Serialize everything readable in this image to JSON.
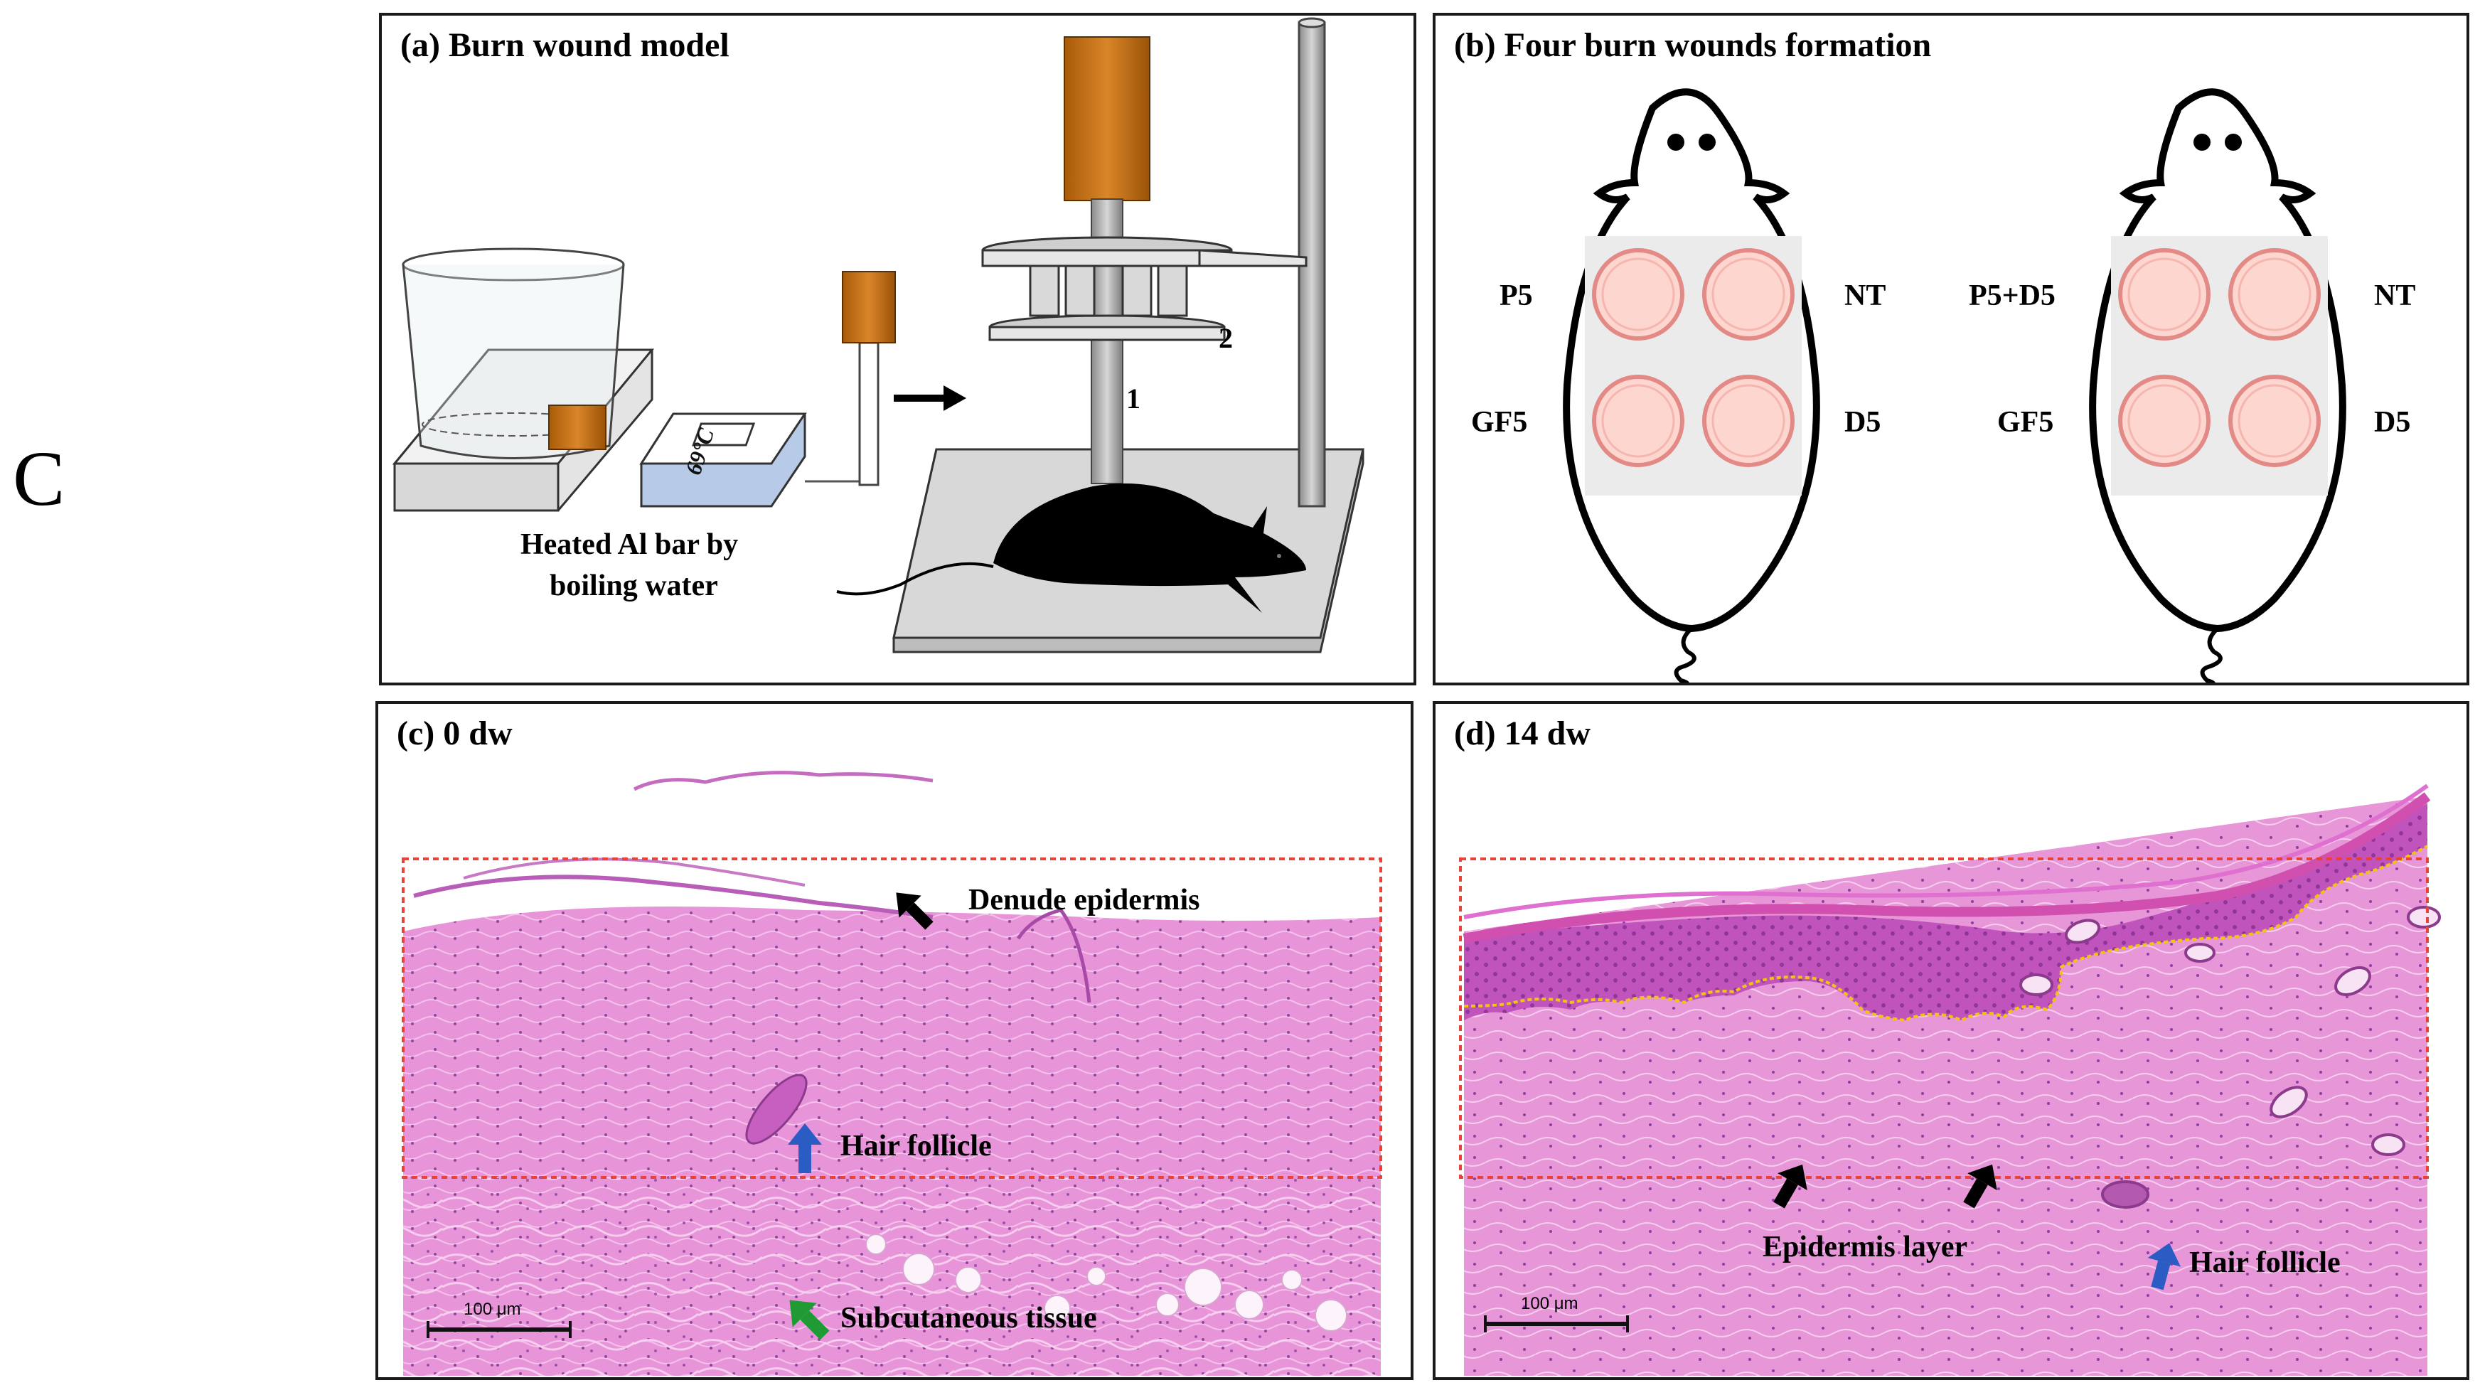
{
  "figure_letter": "C",
  "panels": {
    "a": {
      "title": "(a) Burn wound model",
      "temp_display": "69°C",
      "caption_line1": "Heated Al bar by",
      "caption_line2": "boiling water",
      "part1": "1",
      "part2": "2"
    },
    "b": {
      "title": "(b) Four burn wounds formation",
      "mouse_left": {
        "tl": "P5",
        "tr": "NT",
        "bl": "GF5",
        "br": "D5"
      },
      "mouse_right": {
        "tl": "P5+D5",
        "tr": "NT",
        "bl": "GF5",
        "br": "D5"
      }
    },
    "c": {
      "title": "(c) 0 dw",
      "annot_denude": "Denude epidermis",
      "annot_hair": "Hair follicle",
      "annot_subcut": "Subcutaneous tissue",
      "scale_bar": "100 μm"
    },
    "d": {
      "title": "(d) 14 dw",
      "annot_epidermis": "Epidermis layer",
      "annot_hair": "Hair follicle",
      "scale_bar": "100 μm"
    }
  },
  "colors": {
    "tissue_pink": "#e88fd8",
    "epidermis_purple": "#c94fbf",
    "roi_red": "#e8433a",
    "border_yellow": "#f1c40f",
    "arrow_blue": "#2a5cc4",
    "arrow_green": "#1f9a35",
    "heater_orange": "#c8760f"
  }
}
